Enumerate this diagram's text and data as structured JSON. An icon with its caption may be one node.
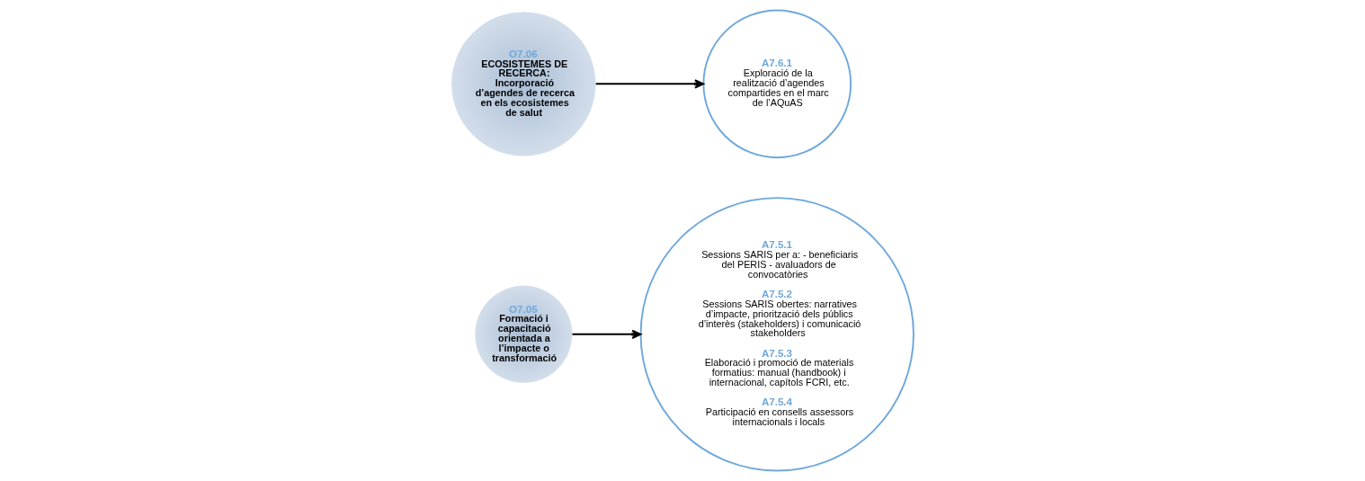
{
  "diagram": {
    "nodes": [
      {
        "text": [
          "O7.05",
          "Formació i capacitació orientada a l’impacte o transformació"
        ]
      },
      {
        "text": [
          "A7.5.1",
          "Sessions SARIS per a: - beneficiaris del PERIS - avaluadors de convocatòries",
          "A7.5.2",
          "Sessions SARIS obertes: narratives d’impacte, priorització dels públics d’interès (stakeholders) i comunicació stakeholders",
          "A7.5.3",
          "Elaboració i promoció de materials formatius: manual (handbook) i internacional, capítols FCRI, etc.",
          "A7.5.4",
          "Participació en consells assessors internacionals i locals"
        ]
      },
      {
        "text": [
          "O7.06",
          "ECOSISTEMES DE RECERCA: Incorporació d’agendes de recerca en els ecosistemes de salut"
        ]
      },
      {
        "text": [
          "A7.6.1",
          "Exploració de la realització d’agendes compartides en el marc de l’AQuAS"
        ]
      }
    ],
    "edges": [
      {
        "from": 0,
        "to": 1,
        "arrow": "to"
      },
      {
        "from": 2,
        "to": 3,
        "arrow": "to"
      }
    ]
  }
}
